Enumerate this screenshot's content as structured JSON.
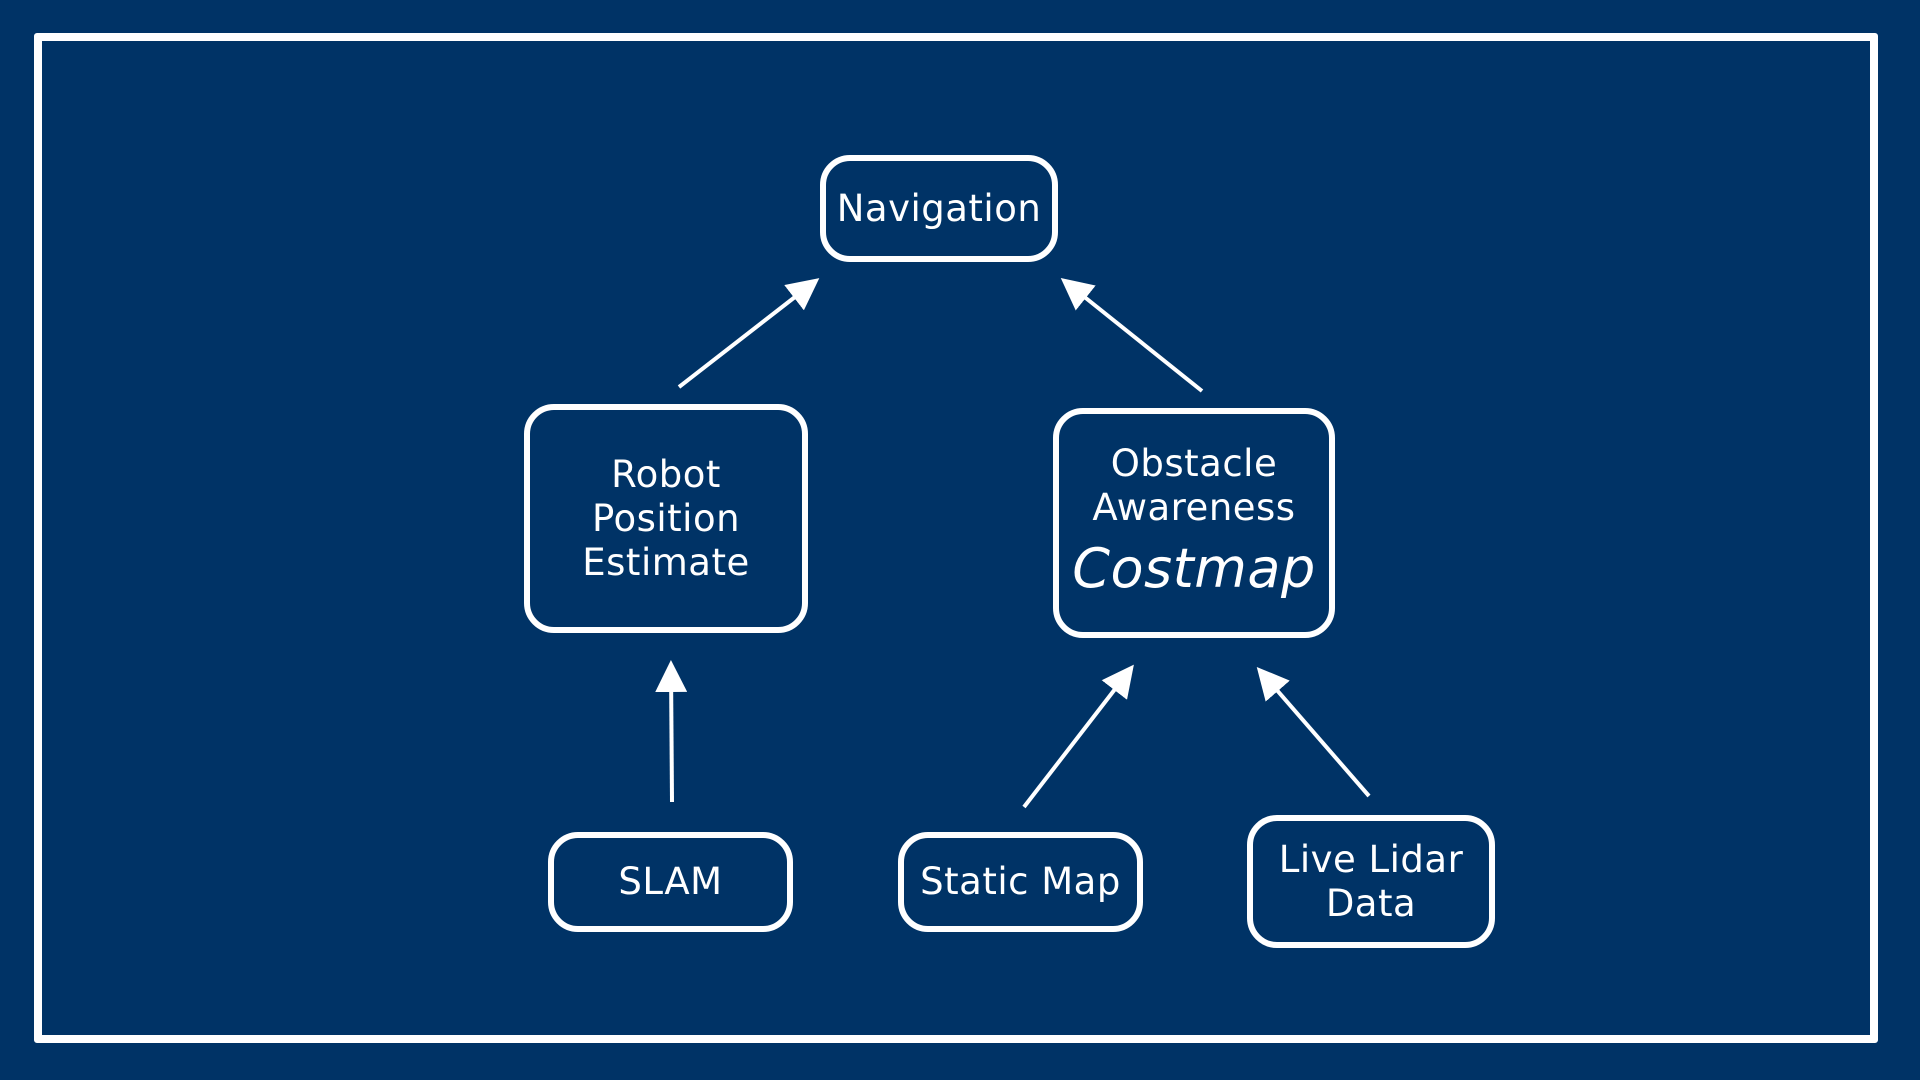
{
  "diagram": {
    "background_color": "#003366",
    "stroke_color": "#ffffff",
    "nodes": {
      "navigation": {
        "lines": [
          "Navigation"
        ]
      },
      "robot_position": {
        "lines": [
          "Robot",
          "Position",
          "Estimate"
        ]
      },
      "obstacle_awareness": {
        "lines": [
          "Obstacle",
          "Awareness"
        ],
        "subtitle": "Costmap"
      },
      "slam": {
        "lines": [
          "SLAM"
        ]
      },
      "static_map": {
        "lines": [
          "Static Map"
        ]
      },
      "live_lidar": {
        "lines": [
          "Live Lidar",
          "Data"
        ]
      }
    },
    "edges": [
      {
        "from": "robot_position",
        "to": "navigation"
      },
      {
        "from": "obstacle_awareness",
        "to": "navigation"
      },
      {
        "from": "slam",
        "to": "robot_position"
      },
      {
        "from": "static_map",
        "to": "obstacle_awareness"
      },
      {
        "from": "live_lidar",
        "to": "obstacle_awareness"
      }
    ]
  }
}
